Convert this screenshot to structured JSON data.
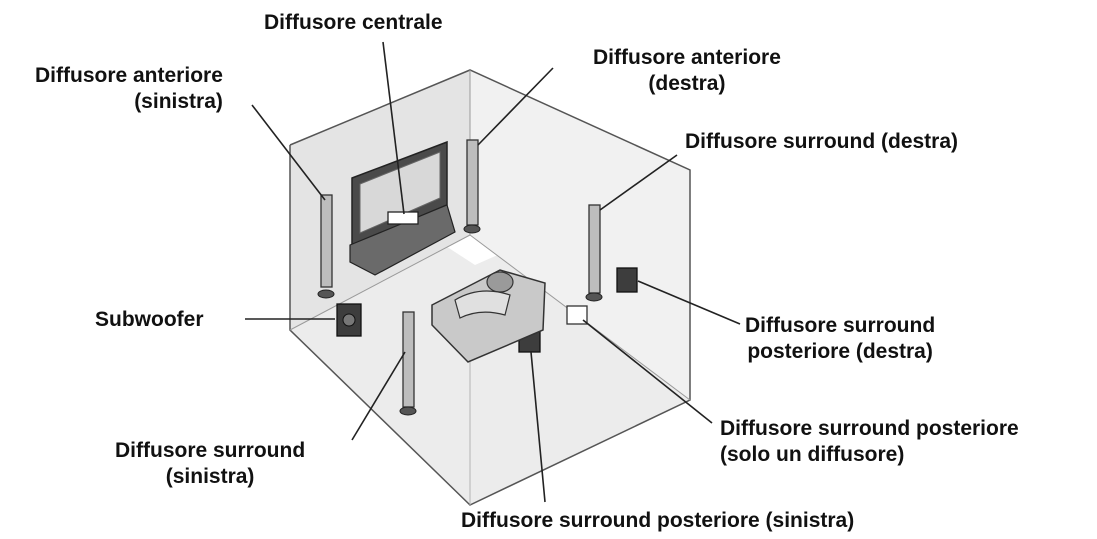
{
  "diagram": {
    "labels": {
      "center": "Diffusore centrale",
      "front_left": [
        "Diffusore anteriore",
        "(sinistra)"
      ],
      "front_right": [
        "Diffusore anteriore",
        "(destra)"
      ],
      "surround_right": "Diffusore surround (destra)",
      "subwoofer": "Subwoofer",
      "surround_back_right": [
        "Diffusore surround",
        "posteriore (destra)"
      ],
      "surround_left": [
        "Diffusore surround",
        "(sinistra)"
      ],
      "surround_back_single": [
        "Diffusore surround posteriore",
        "(solo un diffusore)"
      ],
      "surround_back_left": "Diffusore surround posteriore (sinistra)"
    },
    "colors": {
      "room_fill": "#e9e9e9",
      "room_line": "#555555",
      "device_dark": "#4a4a4a",
      "text": "#111111"
    }
  }
}
